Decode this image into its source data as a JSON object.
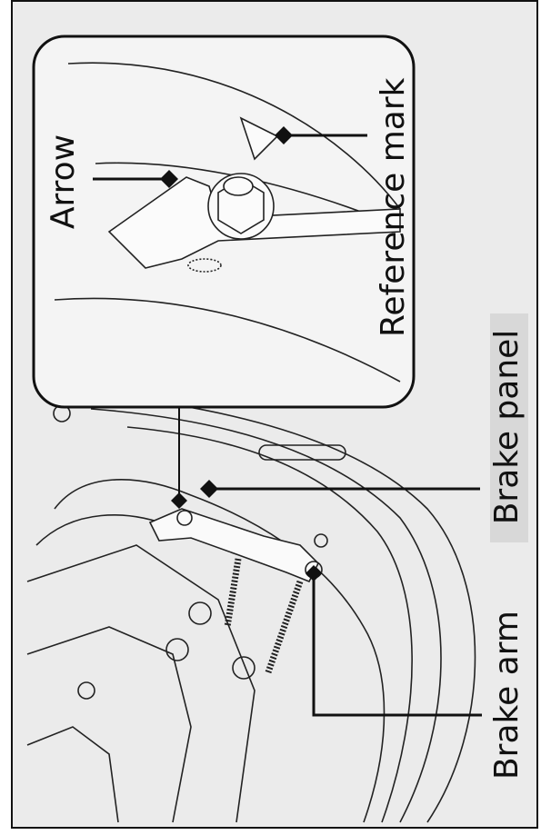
{
  "labels": {
    "arrow": "Arrow",
    "reference_mark": "Reference mark",
    "brake_panel": "Brake panel",
    "brake_arm": "Brake arm"
  },
  "colors": {
    "background": "#ebebeb",
    "callout_fill": "#f4f4f4",
    "line": "#111111"
  }
}
